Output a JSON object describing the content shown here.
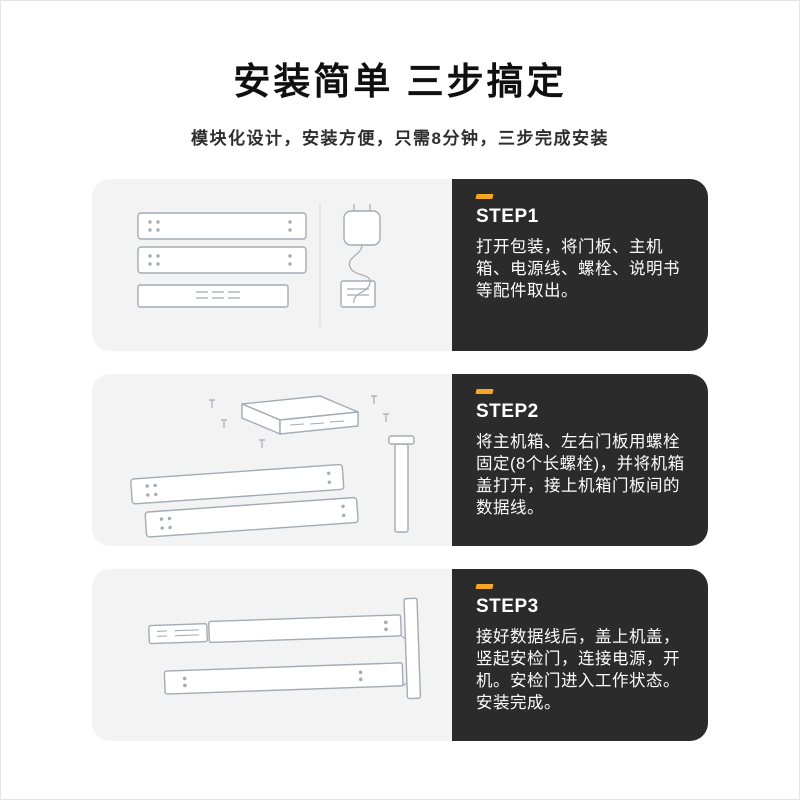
{
  "page": {
    "title": "安装简单 三步搞定",
    "subtitle": "模块化设计，安装方便，只需8分钟，三步完成安装"
  },
  "steps": [
    {
      "label": "STEP1",
      "description": "打开包装，将门板、主机箱、电源线、螺栓、说明书等配件取出。",
      "illustration": "parts-unboxing-illustration"
    },
    {
      "label": "STEP2",
      "description": "将主机箱、左右门板用螺栓固定(8个长螺栓)，并将机箱盖打开，接上机箱门板间的数据线。",
      "illustration": "panel-assembly-illustration"
    },
    {
      "label": "STEP3",
      "description": "接好数据线后，盖上机盖，竖起安检门，连接电源，开机。安检门进入工作状态。安装完成。",
      "illustration": "assembled-gate-illustration"
    }
  ],
  "colors": {
    "accent_yellow": "#f5a623",
    "card_light_bg": "#f3f3f3",
    "card_dark_bg": "#2b2b2b",
    "title_text": "#101010",
    "step_text": "#ffffff",
    "line_art": "#a3abb5"
  }
}
